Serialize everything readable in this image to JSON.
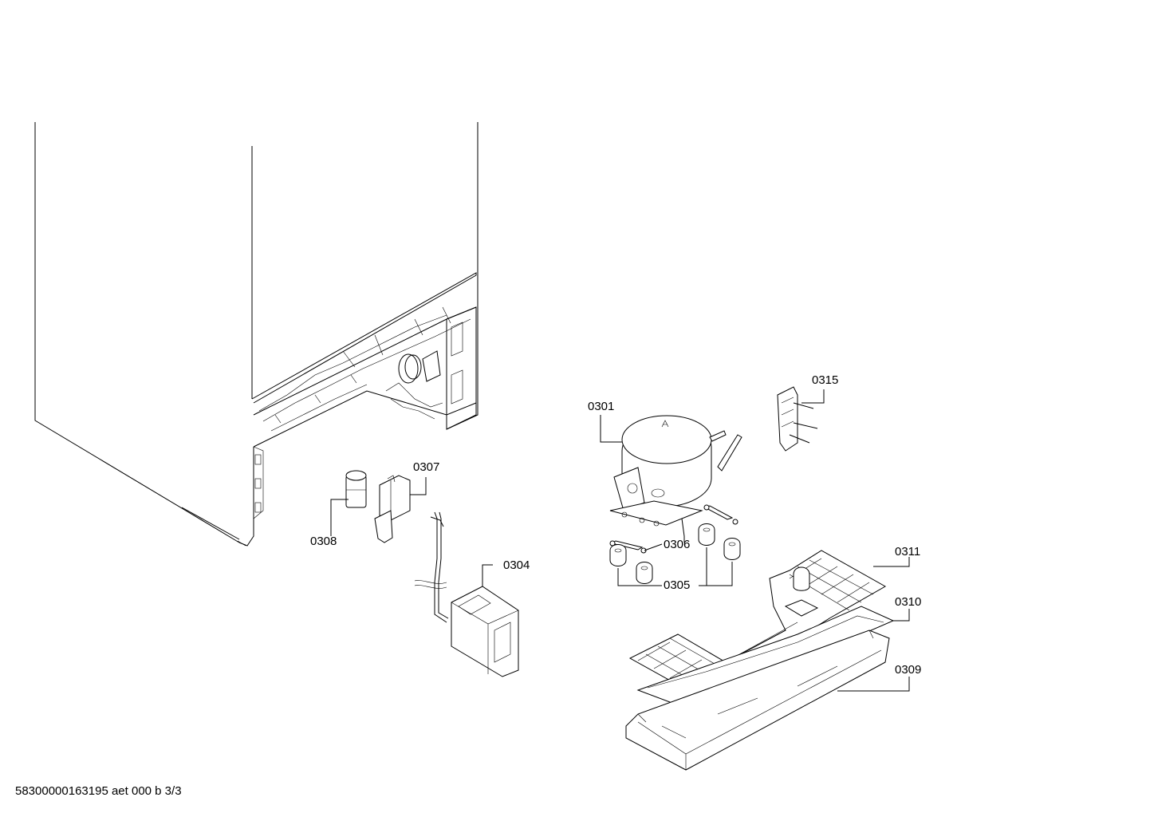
{
  "diagram": {
    "labels": {
      "p0301": "0301",
      "p0304": "0304",
      "p0305": "0305",
      "p0306": "0306",
      "p0307": "0307",
      "p0308": "0308",
      "p0309": "0309",
      "p0310": "0310",
      "p0311": "0311",
      "p0315": "0315"
    }
  },
  "footer": {
    "document_code": "58300000163195 aet 000 b 3/3"
  }
}
